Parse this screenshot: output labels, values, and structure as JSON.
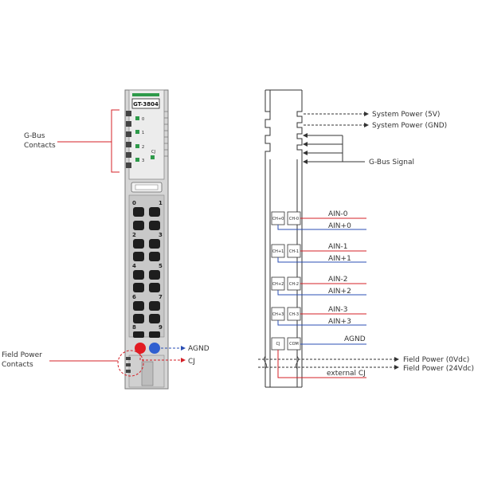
{
  "module": {
    "model": "GT-3804",
    "gbus_label_lines": [
      "G-Bus",
      "Contacts"
    ],
    "field_label_lines": [
      "Field Power",
      "Contacts"
    ],
    "led_labels": [
      "0",
      "1",
      "2",
      "3"
    ],
    "cj_led_label": "CJ",
    "terminal_numbers": [
      "0",
      "1",
      "2",
      "3",
      "4",
      "5",
      "6",
      "7",
      "8",
      "9"
    ],
    "agnd_label": "AGND",
    "cj_label": "CJ"
  },
  "schematic": {
    "system_power_5v": "System Power (5V)",
    "system_power_gnd": "System Power (GND)",
    "gbus_signal": "G-Bus Signal",
    "channels": [
      {
        "left_box": "CH+0",
        "right_box": "CH-0",
        "minus_label": "AIN-0",
        "plus_label": "AIN+0"
      },
      {
        "left_box": "CH+1",
        "right_box": "CH-1",
        "minus_label": "AIN-1",
        "plus_label": "AIN+1"
      },
      {
        "left_box": "CH+2",
        "right_box": "CH-2",
        "minus_label": "AIN-2",
        "plus_label": "AIN+2"
      },
      {
        "left_box": "CH+3",
        "right_box": "CH-3",
        "minus_label": "AIN-3",
        "plus_label": "AIN+3"
      }
    ],
    "cj_box": "CJ",
    "com_box": "COM",
    "agnd_label": "AGND",
    "field_power_0v": "Field Power (0Vdc)",
    "field_power_24v": "Field Power (24Vdc)",
    "external_cj": "external CJ"
  },
  "colors": {
    "red": "#d42027",
    "blue": "#2b4fb4",
    "green": "#2e9a4a",
    "module_gray": "#cfcfcf",
    "module_dark": "#555555"
  }
}
